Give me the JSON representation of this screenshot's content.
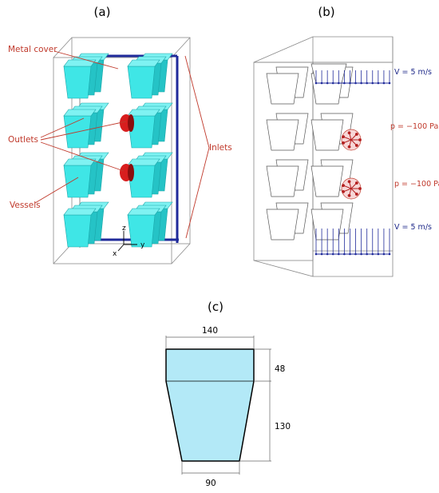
{
  "panels": {
    "a": {
      "label": "(a)",
      "annotations": {
        "metal_cover": "Metal cover",
        "outlets": "Outlets",
        "vessels": "Vessels",
        "inlets": "Inlets"
      },
      "axes": {
        "z": "z",
        "y": "y",
        "x": "x"
      }
    },
    "b": {
      "label": "(b)",
      "annotations": {
        "top_velocity": "V = 5 m/s",
        "upper_pressure": "p = −100 Pa",
        "lower_pressure": "p = −100 Pa",
        "bottom_velocity": "V = 5 m/s"
      }
    },
    "c": {
      "label": "(c)",
      "dimensions": {
        "top_width": "140",
        "upper_height": "48",
        "lower_height": "130",
        "bottom_width": "90"
      }
    }
  },
  "colors": {
    "vessel_fill": "#3fe6e6",
    "vessel_shade": "#25c3c6",
    "outlet_red": "#d81e1e",
    "inlet_blue": "#1f2a9a",
    "annotation_red": "#c0392b",
    "section_fill": "#b3e9f7"
  }
}
